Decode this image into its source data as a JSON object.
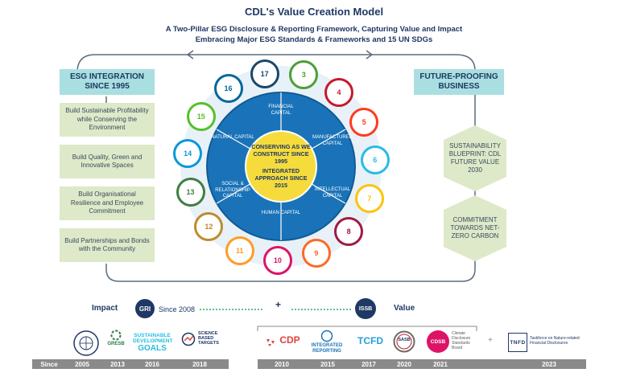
{
  "header": {
    "title": "CDL's Value Creation Model",
    "subtitle1": "A Two-Pillar ESG Disclosure & Reporting Framework, Capturing Value and Impact",
    "subtitle2": "Embracing Major ESG Standards & Frameworks and 15 UN SDGs"
  },
  "left_pillar": {
    "header": "ESG INTEGRATION SINCE 1995",
    "items": [
      "Build Sustainable Profitability while Conserving the Environment",
      "Build Quality, Green and Innovative Spaces",
      "Build Organisational Resilience and Employee Commitment",
      "Build Partnerships and Bonds with the Community"
    ]
  },
  "right_pillar": {
    "header": "FUTURE-PROOFING BUSINESS",
    "items": [
      "SUSTAINABILITY BLUEPRINT: CDL FUTURE VALUE 2030",
      "COMMITMENT TOWARDS NET-ZERO CARBON"
    ]
  },
  "wheel": {
    "center_line1": "CONSERVING AS WE CONSTRUCT SINCE 1995",
    "center_line2": "INTEGRATED APPROACH SINCE 2015",
    "capitals": {
      "financial": "FINANCIAL CAPITAL",
      "manufactured": "MANUFACTURED CAPITAL",
      "intellectual": "INTELLECTUAL CAPITAL",
      "human": "HUMAN CAPITAL",
      "social": "SOCIAL & RELATIONSHIP CAPITAL",
      "natural": "NATURAL CAPITAL"
    },
    "sdgs": [
      {
        "num": "17",
        "color": "#19486a"
      },
      {
        "num": "3",
        "color": "#4c9f38"
      },
      {
        "num": "4",
        "color": "#c5192d"
      },
      {
        "num": "5",
        "color": "#ff3a21"
      },
      {
        "num": "6",
        "color": "#26bde2"
      },
      {
        "num": "7",
        "color": "#fcc30b"
      },
      {
        "num": "8",
        "color": "#a21942"
      },
      {
        "num": "9",
        "color": "#fd6925"
      },
      {
        "num": "10",
        "color": "#dd1367"
      },
      {
        "num": "11",
        "color": "#fd9d24"
      },
      {
        "num": "12",
        "color": "#bf8b2e"
      },
      {
        "num": "13",
        "color": "#3f7e44"
      },
      {
        "num": "14",
        "color": "#0a97d9"
      },
      {
        "num": "15",
        "color": "#56c02b"
      },
      {
        "num": "16",
        "color": "#00689d"
      }
    ]
  },
  "impact_row": {
    "impact_label": "Impact",
    "gri": "GRI",
    "gri_since": "Since 2008",
    "plus": "+",
    "issb": "ISSB",
    "value_label": "Value"
  },
  "logos": {
    "ungc": "UN GLOBAL COMPACT",
    "gresb": "GRESB",
    "sdg_logo_line1": "SUSTAINABLE",
    "sdg_logo_line2": "DEVELOPMENT",
    "sdg_logo_line3": "GOALS",
    "sbt_line1": "SCIENCE",
    "sbt_line2": "BASED",
    "sbt_line3": "TARGETS",
    "cdp": "CDP",
    "ir_line1": "INTEGRATED",
    "ir_line2": "REPORTING",
    "tcfd": "TCFD",
    "sasb": "SASB",
    "cdsb": "CDSB",
    "cdsb_desc": "Climate Disclosure Standards Board",
    "plus2": "+",
    "tnfd": "TNFD",
    "tnfd_desc": "Taskforce on Nature-related Financial Disclosures"
  },
  "timeline": {
    "since_label": "Since",
    "years_left": [
      "2005",
      "2013",
      "2016",
      "2018"
    ],
    "years_right": [
      "2010",
      "2015",
      "2017",
      "2020",
      "2021",
      "2023"
    ]
  },
  "colors": {
    "navy": "#1f3864",
    "teal_header": "#a9dfe0",
    "green_box": "#dde9c8",
    "wheel_blue": "#1a73b8",
    "wheel_inner": "#f5dc3c",
    "timeline_gray": "#8a8a8a"
  }
}
